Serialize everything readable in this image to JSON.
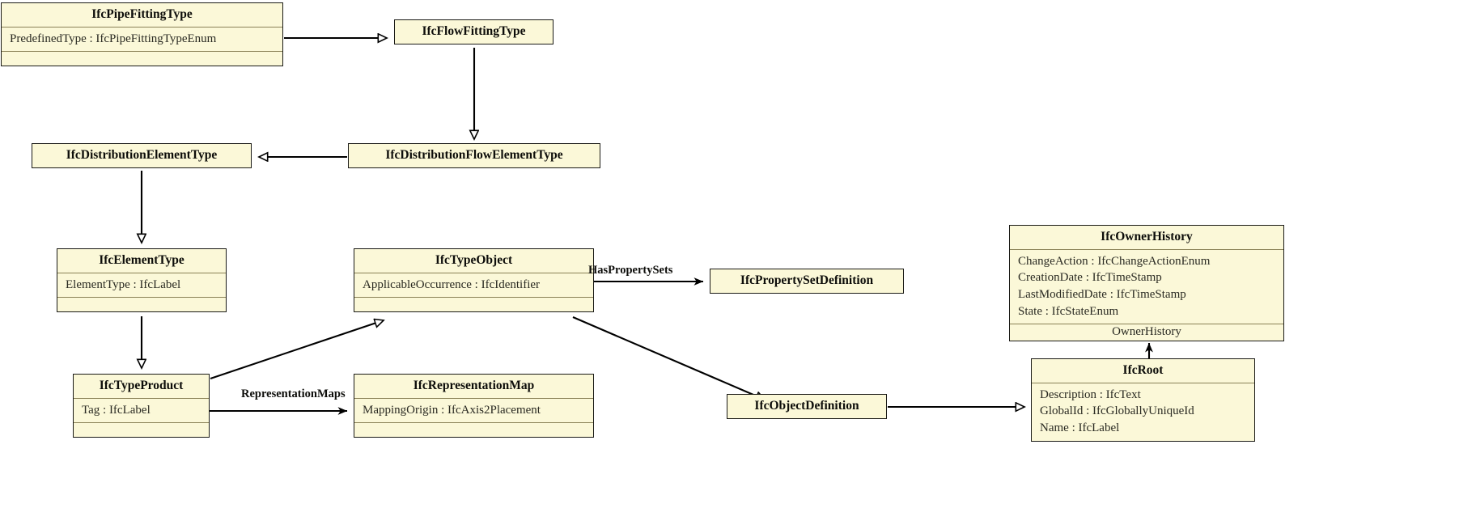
{
  "diagram": {
    "title": "IFC UML class diagram",
    "style": {
      "box_fill": "#FBF8D8",
      "box_border": "#1a1a16",
      "compartment_rule": "#8a8257",
      "edge_color": "#000000",
      "background": "#ffffff"
    },
    "classes": [
      {
        "id": "IfcPipeFittingType",
        "name": "IfcPipeFittingType",
        "attributes": [
          "PredefinedType : IfcPipeFittingTypeEnum"
        ],
        "has_empty_compartment": true
      },
      {
        "id": "IfcFlowFittingType",
        "name": "IfcFlowFittingType",
        "attributes": [],
        "has_empty_compartment": false
      },
      {
        "id": "IfcDistributionElementType",
        "name": "IfcDistributionElementType",
        "attributes": [],
        "has_empty_compartment": false
      },
      {
        "id": "IfcDistributionFlowElementType",
        "name": "IfcDistributionFlowElementType",
        "attributes": [],
        "has_empty_compartment": false
      },
      {
        "id": "IfcElementType",
        "name": "IfcElementType",
        "attributes": [
          "ElementType : IfcLabel"
        ],
        "has_empty_compartment": true
      },
      {
        "id": "IfcTypeObject",
        "name": "IfcTypeObject",
        "attributes": [
          "ApplicableOccurrence : IfcIdentifier"
        ],
        "has_empty_compartment": true
      },
      {
        "id": "IfcPropertySetDefinition",
        "name": "IfcPropertySetDefinition",
        "attributes": [],
        "has_empty_compartment": false
      },
      {
        "id": "IfcTypeProduct",
        "name": "IfcTypeProduct",
        "attributes": [
          "Tag : IfcLabel"
        ],
        "has_empty_compartment": true
      },
      {
        "id": "IfcRepresentationMap",
        "name": "IfcRepresentationMap",
        "attributes": [
          "MappingOrigin : IfcAxis2Placement"
        ],
        "has_empty_compartment": true
      },
      {
        "id": "IfcObjectDefinition",
        "name": "IfcObjectDefinition",
        "attributes": [],
        "has_empty_compartment": false
      },
      {
        "id": "IfcOwnerHistory",
        "name": "IfcOwnerHistory",
        "attributes": [
          "ChangeAction : IfcChangeActionEnum",
          "CreationDate : IfcTimeStamp",
          "LastModifiedDate : IfcTimeStamp",
          "State : IfcStateEnum"
        ],
        "association_compartment": "OwnerHistory",
        "has_empty_compartment": false
      },
      {
        "id": "IfcRoot",
        "name": "IfcRoot",
        "attributes": [
          "Description : IfcText",
          "GlobalId : IfcGloballyUniqueId",
          "Name : IfcLabel"
        ],
        "has_empty_compartment": false
      }
    ],
    "edge_labels": [
      {
        "id": "HasPropertySets",
        "text": "HasPropertySets"
      },
      {
        "id": "RepresentationMaps",
        "text": "RepresentationMaps"
      }
    ]
  }
}
